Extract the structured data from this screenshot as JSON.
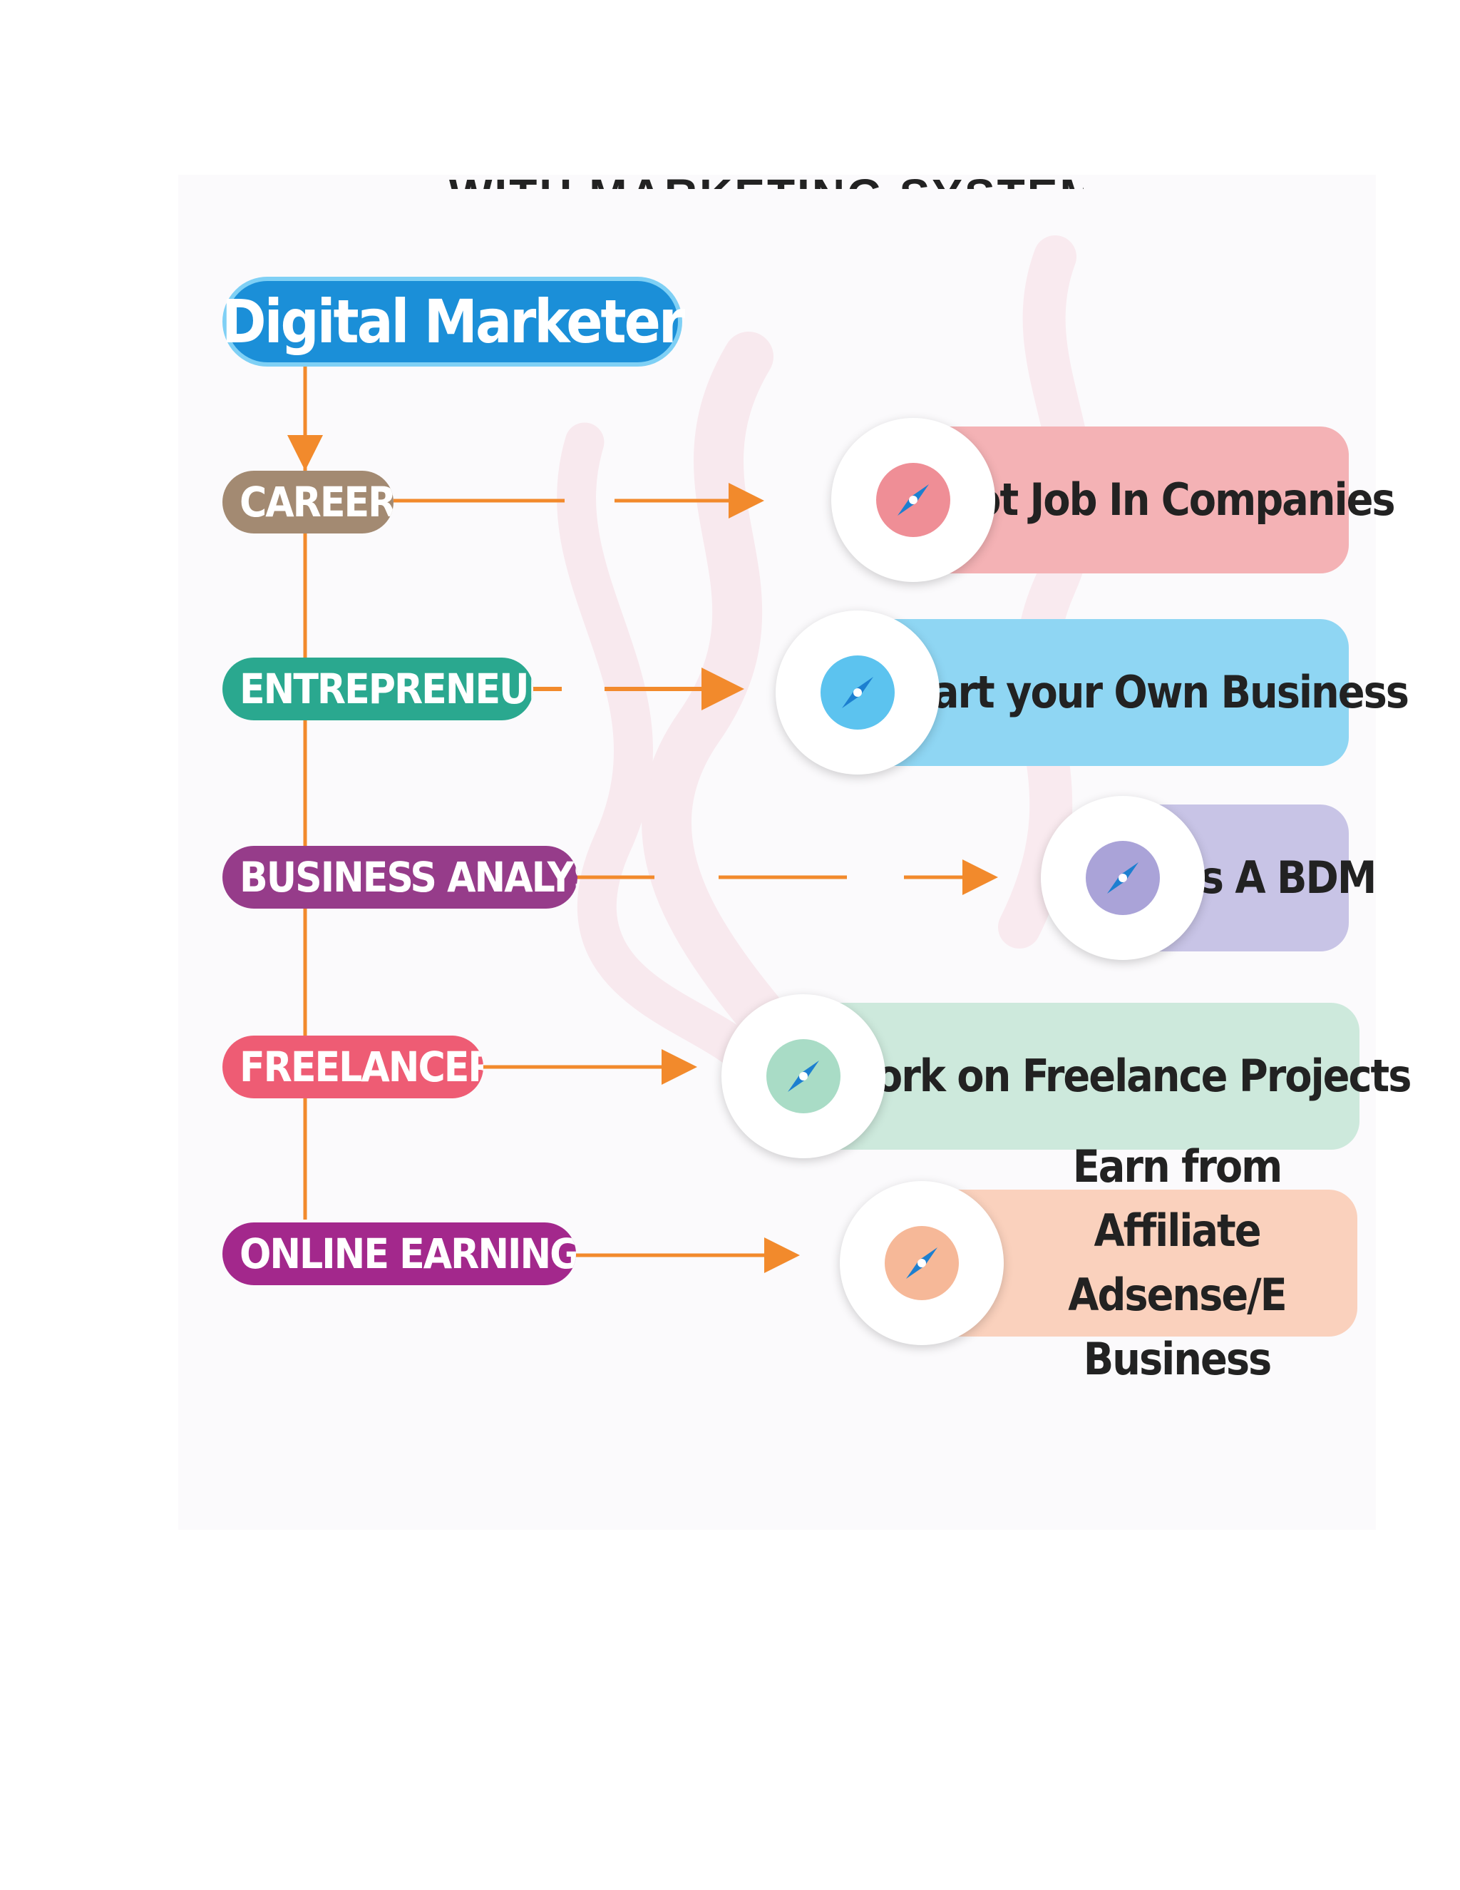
{
  "title_remnant": "WITH MARKETING SYSTEM",
  "root": {
    "label": "Digital Marketer",
    "color": "#1b8fd8"
  },
  "paths": [
    {
      "category": "CAREER",
      "category_color": "#a38a72",
      "outcome": "Got Job In Companies",
      "outcome_color": "#f4b2b5",
      "icon_color": "#ef8e96"
    },
    {
      "category": "ENTREPRENEUR",
      "category_color": "#2aa88f",
      "outcome": "Start your Own Business",
      "outcome_color": "#8fd6f3",
      "icon_color": "#5cc3ef"
    },
    {
      "category": "BUSINESS ANALYST",
      "category_color": "#963c8a",
      "outcome": "As A BDM",
      "outcome_color": "#c8c4e6",
      "icon_color": "#aaa3d8"
    },
    {
      "category": "FREELANCER",
      "category_color": "#ee5c74",
      "outcome": "Work on Freelance Projects",
      "outcome_color": "#cde9dc",
      "icon_color": "#a9dcc6"
    },
    {
      "category": "ONLINE EARNINGS",
      "category_color": "#a3288c",
      "outcome": "Earn from Affiliate\nAdsense/E Business",
      "outcome_color": "#fad1bd",
      "icon_color": "#f6b898"
    }
  ],
  "connector_color": "#f28a2c",
  "icon": "compass-icon"
}
